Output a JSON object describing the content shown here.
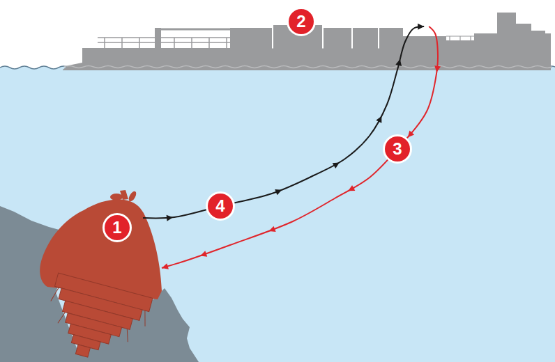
{
  "diagram": {
    "nodes": [
      {
        "text": [
          "1"
        ]
      },
      {
        "text": [
          "2"
        ]
      }
    ],
    "edges": [
      {
        "from": 1,
        "to": 0,
        "arrow": "to",
        "label": "3"
      },
      {
        "from": 0,
        "to": 1,
        "arrow": "to",
        "label": "4"
      }
    ]
  }
}
